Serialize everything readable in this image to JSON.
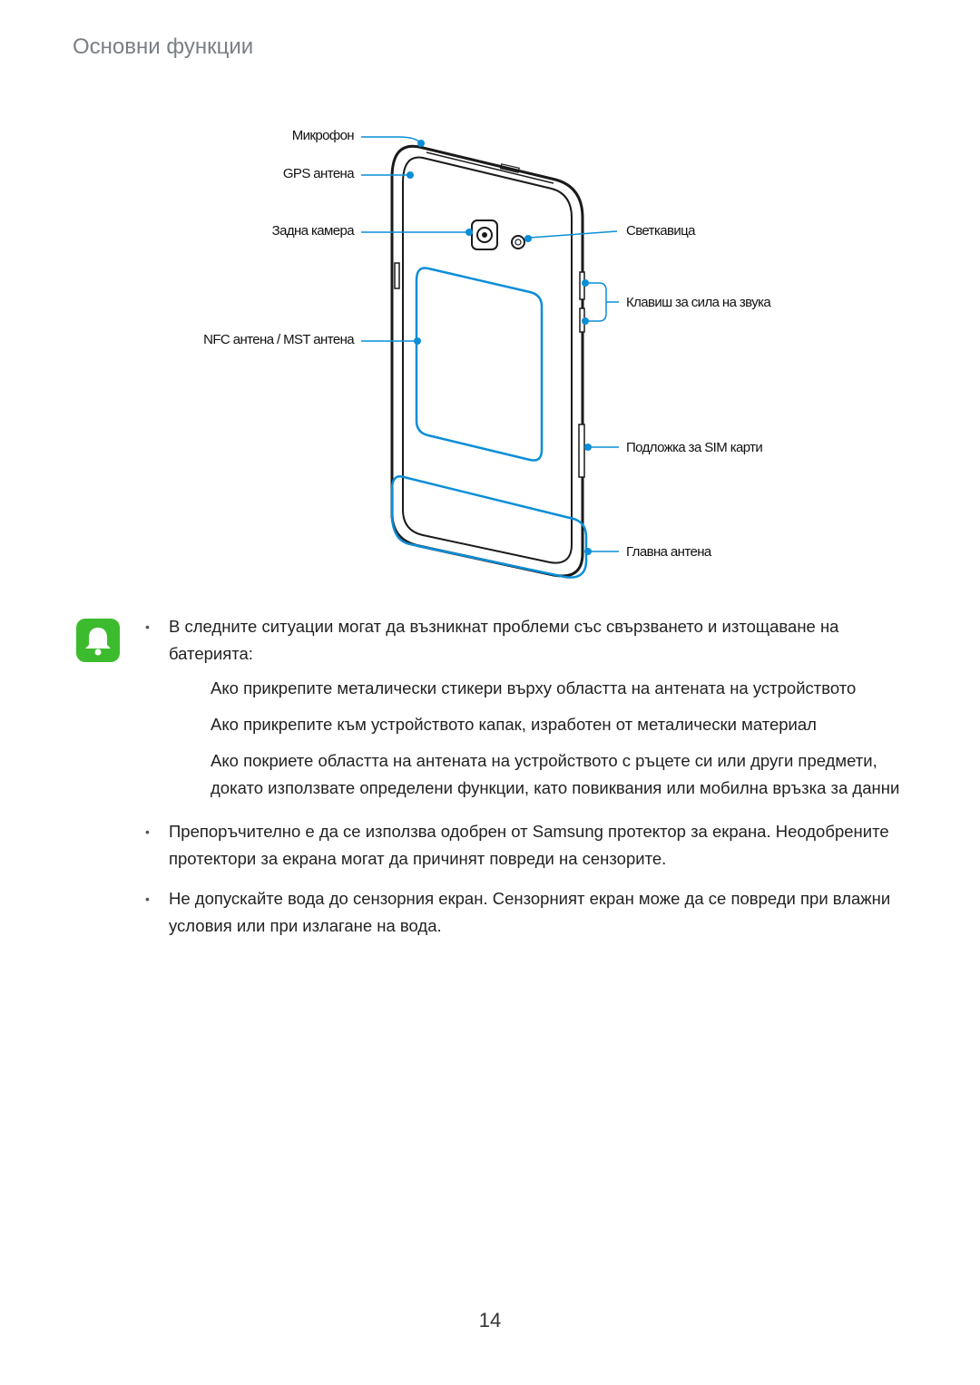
{
  "header": {
    "section_title": "Основни функции"
  },
  "diagram": {
    "labels": {
      "microphone": "Микрофон",
      "gps_antenna": "GPS антена",
      "rear_camera": "Задна камера",
      "nfc_mst_antenna": "NFC антена / MST антена",
      "flash": "Светкавица",
      "volume_key": "Клавиш за сила на звука",
      "sim_tray": "Подложка за SIM карти",
      "main_antenna": "Главна антена"
    },
    "colors": {
      "callout": "#0a8ed8",
      "outline": "#1a1a1a"
    }
  },
  "notice": {
    "icon": "bell-icon",
    "icon_color": "#3dbb2e",
    "items": [
      {
        "text": "В следните ситуации могат да възникнат проблеми със свързването и изтощаване на батерията:",
        "subitems": [
          "Ако прикрепите металически стикери върху областта на антената на устройството",
          "Ако прикрепите към устройството капак, изработен от металически материал",
          "Ако покриете областта на антената на устройството с ръцете си или други предмети, докато използвате определени функции, като повиквания или мобилна връзка за данни"
        ]
      },
      {
        "text": "Препоръчително е да се използва одобрен от Samsung протектор за екрана. Неодобрените протектори за екрана могат да причинят повреди на сензорите."
      },
      {
        "text": "Не допускайте вода до сензорния екран. Сензорният екран може да се повреди при влажни условия или при излагане на вода."
      }
    ]
  },
  "footer": {
    "page_number": "14"
  }
}
